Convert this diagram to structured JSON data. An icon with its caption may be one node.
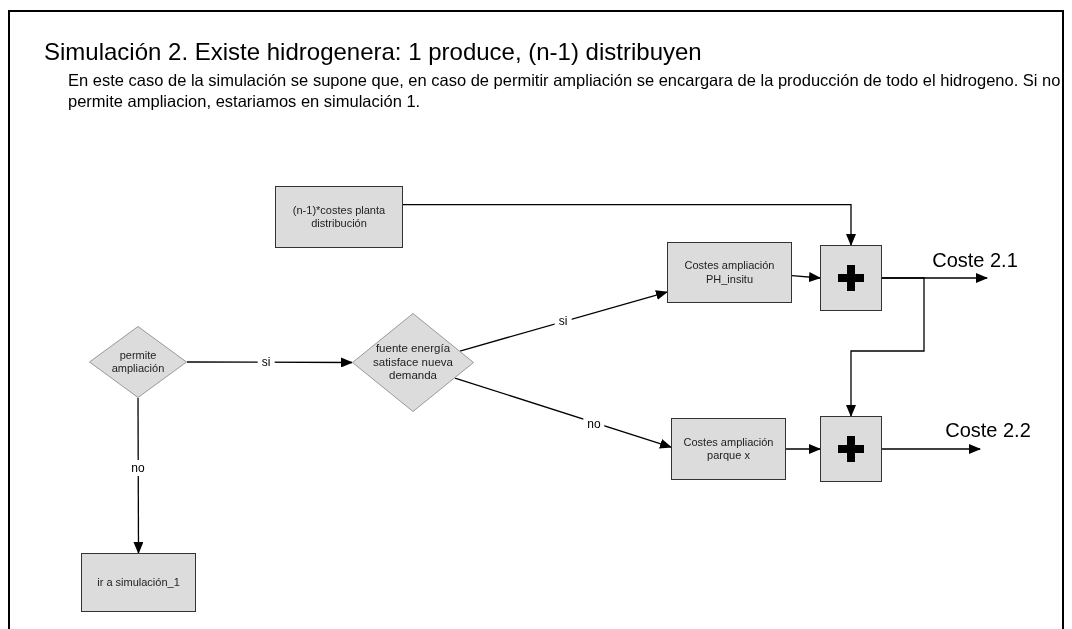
{
  "diagram": {
    "title": "Simulación 2. Existe hidrogenera: 1 produce, (n-1) distribuyen",
    "nodes": [
      {
        "text": [
          "(n-1)*costes planta distribución"
        ]
      },
      {
        "text": [
          "Costes ampliación PH_insitu"
        ]
      },
      {
        "text": [],
        "shape": "box"
      },
      {
        "text": [
          "permite ampliación"
        ]
      },
      {
        "text": [
          "fuente energía satisface nueva demanda"
        ]
      },
      {
        "text": [
          "Costes ampliación parque x"
        ]
      },
      {
        "text": [],
        "shape": "box"
      },
      {
        "text": [
          "ir a simulación_1"
        ]
      }
    ],
    "edges": [
      {
        "from": 0,
        "to": 2,
        "arrow": "to"
      },
      {
        "from": 3,
        "to": 4,
        "arrow": "to",
        "label": "si"
      },
      {
        "from": 4,
        "to": 1,
        "arrow": "to",
        "label": "si"
      },
      {
        "from": 4,
        "to": 5,
        "arrow": "to",
        "label": "no"
      },
      {
        "from": 1,
        "to": 2,
        "arrow": "to"
      },
      {
        "from": 2,
        "to": null,
        "arrow": "to",
        "label": "Coste 2.1"
      },
      {
        "from": 2,
        "to": 6,
        "arrow": "to"
      },
      {
        "from": 5,
        "to": 6,
        "arrow": "to"
      },
      {
        "from": 6,
        "to": null,
        "arrow": "to",
        "label": "Coste 2.2"
      },
      {
        "from": 3,
        "to": 7,
        "arrow": "to",
        "label": "no"
      }
    ],
    "labels": [
      "En este caso de la simulación se supone que, en caso de permitir ampliación se encargara de la producción de todo el hidrogeno. Si no permite ampliacion, estariamos en simulación 1."
    ]
  }
}
